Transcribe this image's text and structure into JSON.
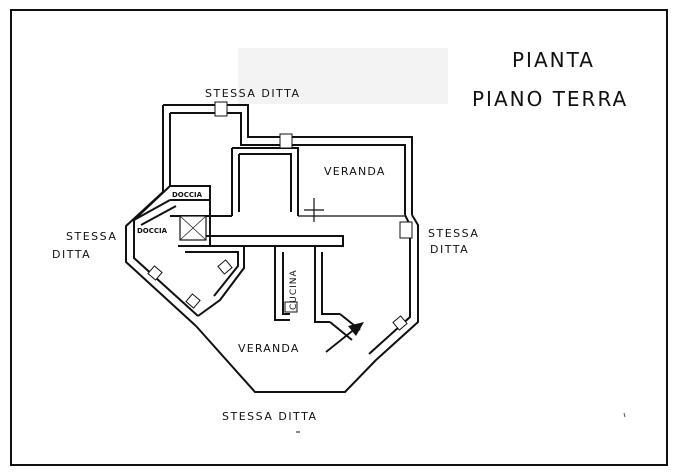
{
  "title": {
    "line1": "PIANTA",
    "line2": "PIANO TERRA"
  },
  "labels": {
    "top": "STESSA DITTA",
    "left_line1": "STESSA",
    "left_line2": "DITTA",
    "right_line1": "STESSA",
    "right_line2": "DITTA",
    "bottom": "STESSA DITTA"
  },
  "rooms": {
    "veranda_upper": "VERANDA",
    "veranda_lower": "VERANDA",
    "doccia_upper": "DOCCIA",
    "doccia_left": "DOCCIA",
    "cucina": "CUCINA"
  }
}
